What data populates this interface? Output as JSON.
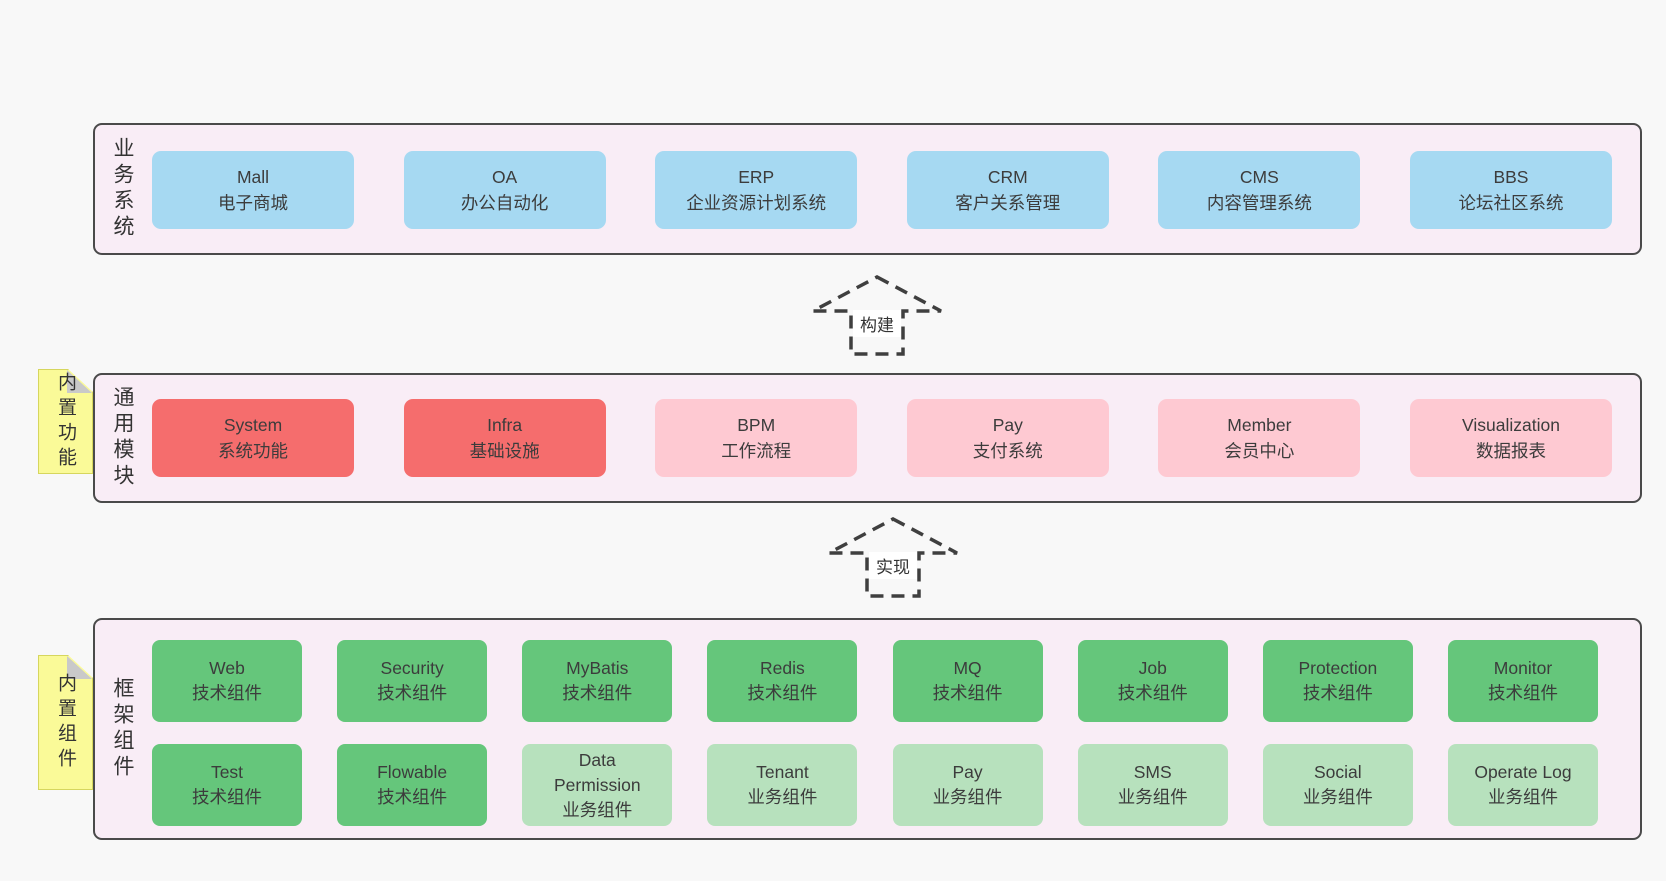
{
  "palette": {
    "page_bg": "#f8f8f8",
    "layer_bg": "#f9edf6",
    "layer_border": "#4a4a4a",
    "box_blue": "#a6d9f2",
    "box_red": "#f56d6d",
    "box_pink": "#fec9d2",
    "box_green": "#65c67b",
    "box_light_green": "#b7e1bd",
    "sticky_yellow": "#fafa98",
    "sticky_fold_gray": "#c9c9c9",
    "text": "#3a3a3a"
  },
  "layers": {
    "business": {
      "label": "业务系统",
      "boxes": [
        {
          "title": "Mall",
          "subtitle": "电子商城"
        },
        {
          "title": "OA",
          "subtitle": "办公自动化"
        },
        {
          "title": "ERP",
          "subtitle": "企业资源计划系统"
        },
        {
          "title": "CRM",
          "subtitle": "客户关系管理"
        },
        {
          "title": "CMS",
          "subtitle": "内容管理系统"
        },
        {
          "title": "BBS",
          "subtitle": "论坛社区系统"
        }
      ]
    },
    "modules": {
      "label": "通用模块",
      "sticky": "内置功能",
      "boxes": [
        {
          "title": "System",
          "subtitle": "系统功能"
        },
        {
          "title": "Infra",
          "subtitle": "基础设施"
        },
        {
          "title": "BPM",
          "subtitle": "工作流程"
        },
        {
          "title": "Pay",
          "subtitle": "支付系统"
        },
        {
          "title": "Member",
          "subtitle": "会员中心"
        },
        {
          "title": "Visualization",
          "subtitle": "数据报表"
        }
      ]
    },
    "framework": {
      "label": "框架组件",
      "sticky": "内置组件",
      "row1": [
        {
          "title": "Web",
          "subtitle": "技术组件"
        },
        {
          "title": "Security",
          "subtitle": "技术组件"
        },
        {
          "title": "MyBatis",
          "subtitle": "技术组件"
        },
        {
          "title": "Redis",
          "subtitle": "技术组件"
        },
        {
          "title": "MQ",
          "subtitle": "技术组件"
        },
        {
          "title": "Job",
          "subtitle": "技术组件"
        },
        {
          "title": "Protection",
          "subtitle": "技术组件"
        },
        {
          "title": "Monitor",
          "subtitle": "技术组件"
        }
      ],
      "row2": [
        {
          "title": "Test",
          "subtitle": "技术组件"
        },
        {
          "title": "Flowable",
          "subtitle": "技术组件"
        },
        {
          "title": "Data Permission",
          "subtitle": "业务组件"
        },
        {
          "title": "Tenant",
          "subtitle": "业务组件"
        },
        {
          "title": "Pay",
          "subtitle": "业务组件"
        },
        {
          "title": "SMS",
          "subtitle": "业务组件"
        },
        {
          "title": "Social",
          "subtitle": "业务组件"
        },
        {
          "title": "Operate Log",
          "subtitle": "业务组件"
        }
      ]
    }
  },
  "arrows": {
    "build": "构建",
    "implement": "实现"
  }
}
